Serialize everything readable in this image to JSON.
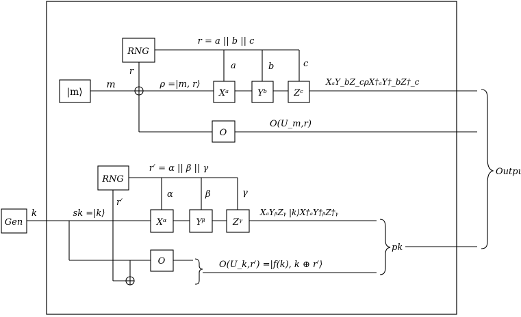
{
  "gen_label": "Gen",
  "k_label": "k",
  "output_label": "Output",
  "pk_label": "pk",
  "top": {
    "msg_box": "|m⟩",
    "m_label": "m",
    "rng_label": "RNG",
    "r_label": "r",
    "r_eq": "r = a || b || c",
    "rho_eq": "ρ =|m, r⟩",
    "a_label": "a",
    "b_label": "b",
    "c_label": "c",
    "gate_x": "Xᵃ",
    "gate_y": "Yᵇ",
    "gate_z": "Zᶜ",
    "output_expr": "XₐY_bZ_cρX†ₐY†_bZ†_c",
    "oracle_label": "O",
    "oracle_out": "O(U_m,r)"
  },
  "bottom": {
    "rng_label": "RNG",
    "r_prime_label": "r′",
    "r_prime_eq": "r′ = α || β || γ",
    "sk_eq": "sk =|k⟩",
    "alpha_label": "α",
    "beta_label": "β",
    "gamma_label": "γ",
    "gate_x": "Xᵅ",
    "gate_y": "Yᵝ",
    "gate_z": "Zᵞ",
    "output_expr": "XₐYᵦZᵧ |k⟩X†ₐY†ᵦZ†ᵧ",
    "oracle_label": "O",
    "oracle_out": "O(U_k,r′) =|f(k), k ⊕ r′⟩"
  }
}
